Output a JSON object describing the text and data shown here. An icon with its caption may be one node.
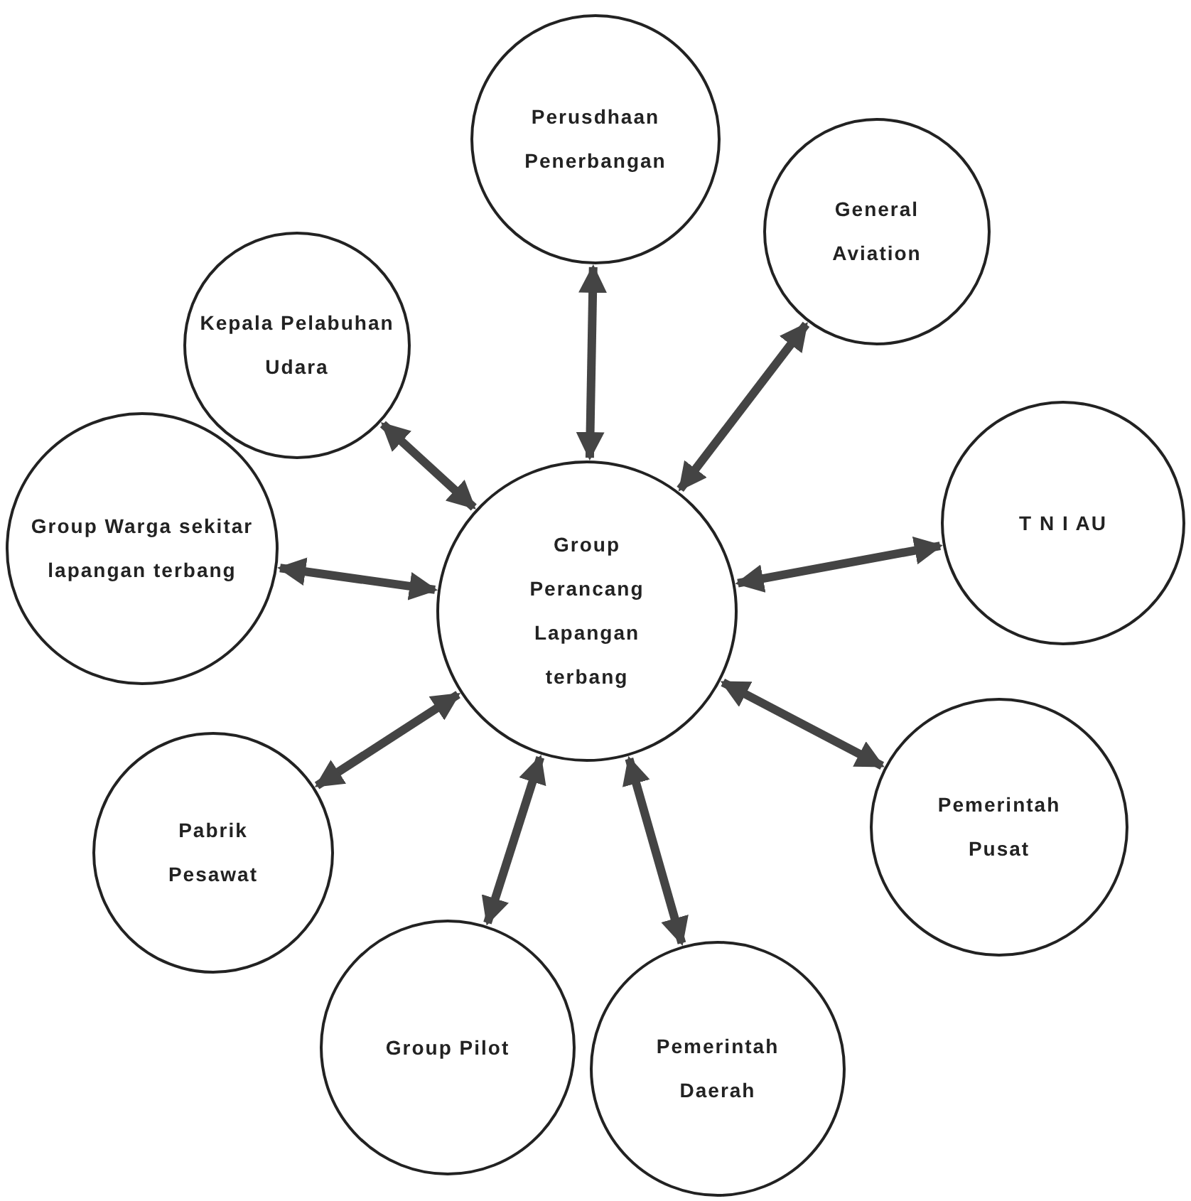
{
  "diagram": {
    "nodes": [
      {
        "text": [
          "Group Perancang Lapangan terbang"
        ]
      },
      {
        "text": [
          "Perusdhaan Penerbangan"
        ]
      },
      {
        "text": [
          "General Aviation"
        ]
      },
      {
        "text": [
          "Kepala Pelabuhan Udara"
        ]
      },
      {
        "text": [
          "Group Warga sekitar lapangan terbang"
        ]
      },
      {
        "text": [
          "T N I AU"
        ]
      },
      {
        "text": [
          "Pabrik Pesawat"
        ]
      },
      {
        "text": [
          "Pemerintah Pusat"
        ]
      },
      {
        "text": [
          "Group Pilot"
        ]
      },
      {
        "text": [
          "Pemerintah Daerah"
        ]
      }
    ],
    "edges": [
      {
        "from": 0,
        "to": 1,
        "arrow": "both"
      },
      {
        "from": 0,
        "to": 2,
        "arrow": "both"
      },
      {
        "from": 0,
        "to": 3,
        "arrow": "both"
      },
      {
        "from": 0,
        "to": 4,
        "arrow": "both"
      },
      {
        "from": 0,
        "to": 5,
        "arrow": "both"
      },
      {
        "from": 0,
        "to": 6,
        "arrow": "both"
      },
      {
        "from": 0,
        "to": 7,
        "arrow": "both"
      },
      {
        "from": 0,
        "to": 8,
        "arrow": "both"
      },
      {
        "from": 0,
        "to": 9,
        "arrow": "both"
      }
    ]
  }
}
